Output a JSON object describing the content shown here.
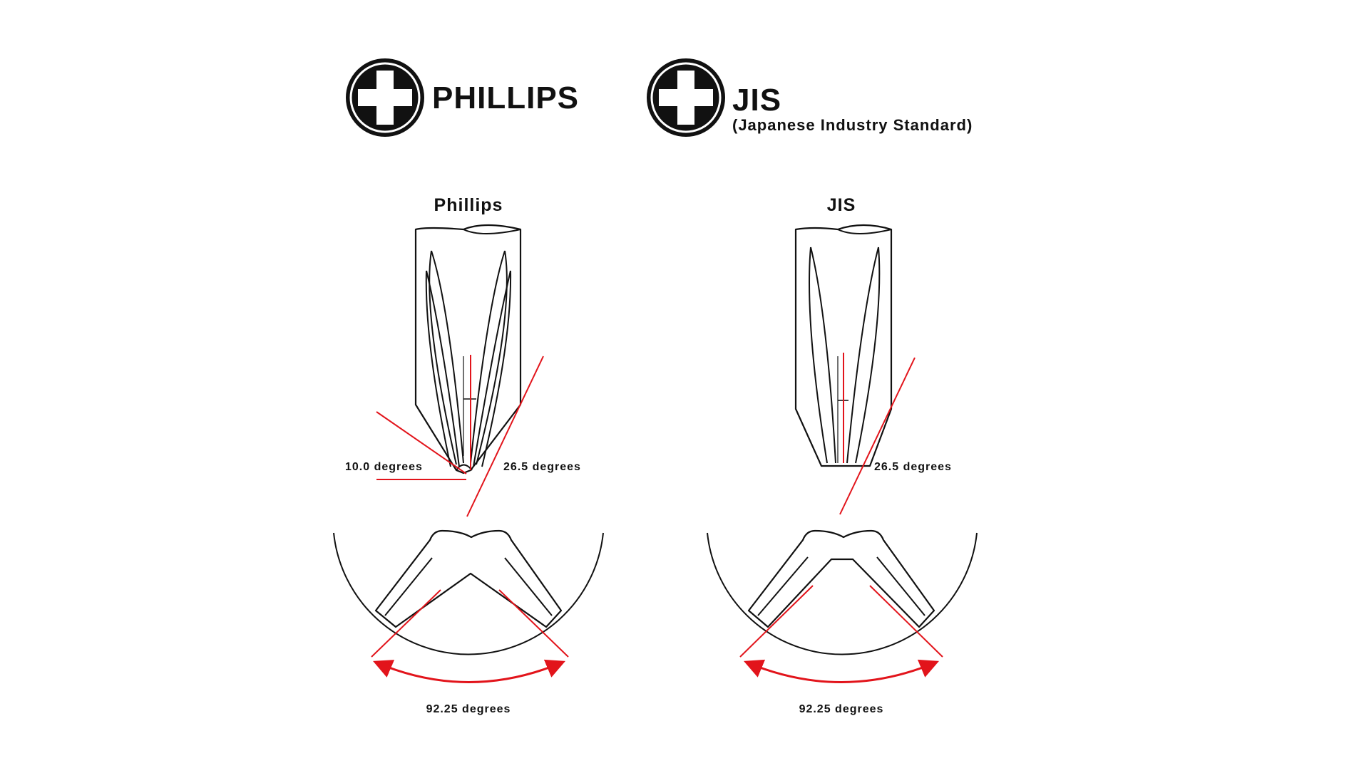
{
  "colors": {
    "accent": "#e2141b",
    "ink": "#111111",
    "background": "#ffffff"
  },
  "logos": {
    "phillips": {
      "icon": "phillips-cross-icon",
      "title": "PHILLIPS"
    },
    "jis": {
      "icon": "jis-cross-icon",
      "title": "JIS",
      "subtitle": "(Japanese Industry Standard)"
    }
  },
  "panels": {
    "phillips": {
      "title": "Phillips",
      "left_angle": "10.0 degrees",
      "right_angle": "26.5 degrees",
      "bottom_angle": "92.25 degrees"
    },
    "jis": {
      "title": "JIS",
      "right_angle": "26.5 degrees",
      "bottom_angle": "92.25 degrees"
    }
  }
}
